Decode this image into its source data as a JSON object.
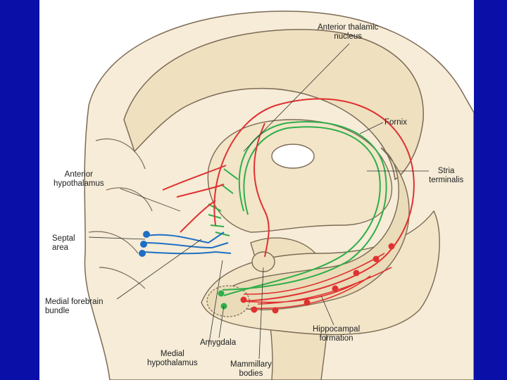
{
  "labels": {
    "anterior_thalamic_nucleus": [
      "Anterior thalamic",
      "nucleus"
    ],
    "fornix": "Fornix",
    "stria_terminalis": [
      "Stria",
      "terminalis"
    ],
    "anterior_hypothalamus": [
      "Anterior",
      "hypothalamus"
    ],
    "septal_area": [
      "Septal",
      "area"
    ],
    "medial_forebrain_bundle": [
      "Medial forebrain",
      "bundle"
    ],
    "amygdala": "Amygdala",
    "hippocampal_formation": [
      "Hippocampal",
      "formation"
    ],
    "medial_hypothalamus": [
      "Medial",
      "hypothalamus"
    ],
    "mammillary_bodies": [
      "Mammillary",
      "bodies"
    ]
  },
  "colors": {
    "background": "#0a0fa8",
    "panel": "#ffffff",
    "brain_fill": "#f6ecd7",
    "outline": "#7c6a55",
    "red_pathway": "#e03131",
    "green_pathway": "#2fae4a",
    "blue_pathway": "#1e6fc4"
  }
}
